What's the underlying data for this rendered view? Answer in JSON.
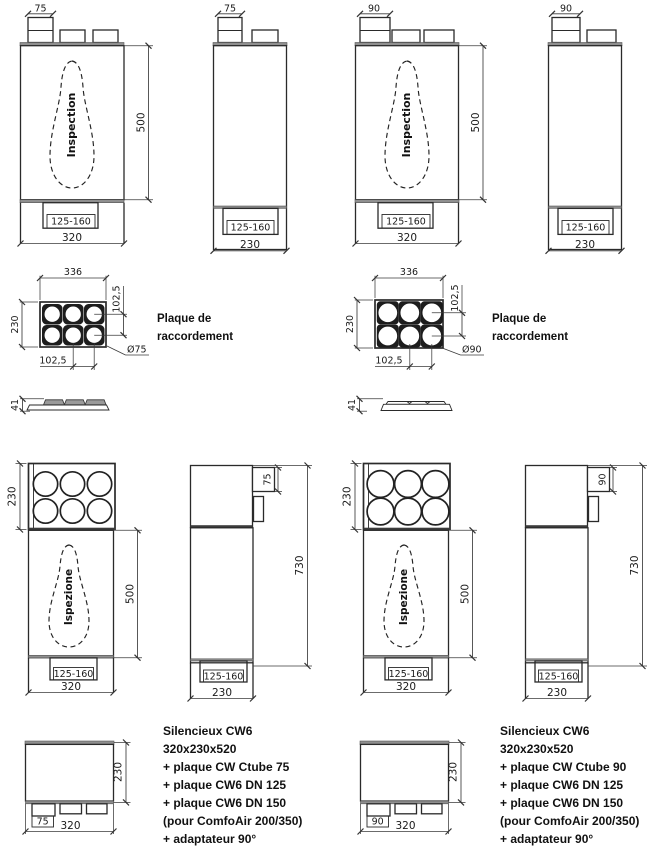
{
  "dims": {
    "d75": "75",
    "d90": "90",
    "d500": "500",
    "d730": "730",
    "d320": "320",
    "d230": "230",
    "d336": "336",
    "d41": "41",
    "d125_160": "125-160",
    "d102_5": "102,5",
    "dia75": "Ø75",
    "dia90": "Ø90"
  },
  "labels": {
    "inspection_fr": "Inspection",
    "inspection_it": "Ispezione",
    "plate_caption_line1": "Plaque de",
    "plate_caption_line2": "raccordement"
  },
  "spec_left": {
    "lines": [
      "Silencieux CW6",
      "320x230x520",
      "+ plaque CW Ctube 75",
      "+ plaque CW6 DN 125",
      "+ plaque CW6 DN 150",
      "(pour ComfoAir 200/350)",
      "+ adaptateur 90°"
    ]
  },
  "spec_right": {
    "lines": [
      "Silencieux CW6",
      "320x230x520",
      "+ plaque CW Ctube 90",
      "+ plaque CW6 DN 125",
      "+ plaque CW6 DN 150",
      "(pour ComfoAir 200/350)",
      "+ adaptateur 90°"
    ]
  },
  "colors": {
    "background": "#ffffff",
    "line": "#2a2a2a",
    "band_gray": "#8f8f8f",
    "plate_cell": "#1d1d1d",
    "text": "#111111"
  }
}
